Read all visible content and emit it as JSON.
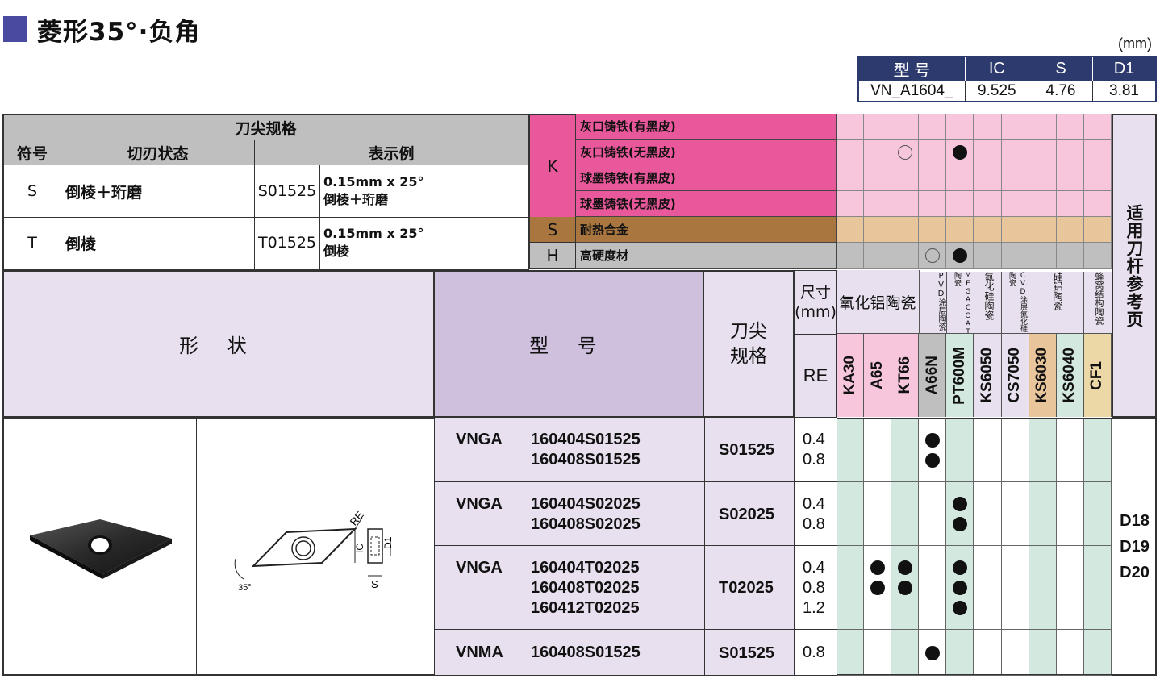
{
  "title": "菱形35°·负角",
  "unit": "(mm)",
  "dims": {
    "headers": [
      "型 号",
      "IC",
      "S",
      "D1"
    ],
    "values": [
      "VN_A1604_",
      "9.525",
      "4.76",
      "3.81"
    ]
  },
  "edge_spec": {
    "group_header": "刀尖规格",
    "col_symbol": "符号",
    "col_state": "切刃状态",
    "col_example": "表示例",
    "rows": [
      {
        "symbol": "S",
        "state": "倒棱＋珩磨",
        "code": "S01525",
        "ex1": "0.15mm x 25°",
        "ex2": "倒棱＋珩磨"
      },
      {
        "symbol": "T",
        "state": "倒棱",
        "code": "T01525",
        "ex1": "0.15mm x 25°",
        "ex2": "倒棱"
      }
    ]
  },
  "materials": {
    "k_label": "K",
    "rows": [
      {
        "code": "",
        "name": "灰口铸铁(有黑皮)"
      },
      {
        "code": "",
        "name": "灰口铸铁(无黑皮)"
      },
      {
        "code": "",
        "name": "球墨铸铁(有黑皮)"
      },
      {
        "code": "",
        "name": "球墨铸铁(无黑皮)"
      },
      {
        "code": "S",
        "name": "耐热合金"
      },
      {
        "code": "H",
        "name": "高硬度材"
      }
    ]
  },
  "headers": {
    "shape": "形 状",
    "model": "型 号",
    "edge": "刀尖\n规格",
    "size": "尺寸\n(mm)",
    "re": "RE",
    "alumina": "氧化铝陶瓷",
    "pvd": "PVD涂层陶瓷",
    "megacoat": "MEGACOAT陶瓷",
    "si3n4": "氮化硅陶瓷",
    "cvd": "CVD涂层氮化硅陶瓷",
    "sialon": "硅铝陶瓷",
    "whisker": "蜂窝结构陶瓷",
    "holder_ref": "适用刀杆参考页",
    "grades": [
      "KA30",
      "A65",
      "KT66",
      "A66N",
      "PT600M",
      "KS6050",
      "CS7050",
      "KS6030",
      "KS6040",
      "CF1"
    ]
  },
  "diagram_labels": {
    "re": "RE",
    "ic": "IC",
    "d1": "D1",
    "s": "S",
    "angle": "35°"
  },
  "rows": [
    {
      "series": "VNGA",
      "models": [
        "160404S01525",
        "160408S01525"
      ],
      "edge": "S01525",
      "re": [
        "0.4",
        "0.8"
      ]
    },
    {
      "series": "VNGA",
      "models": [
        "160404S02025",
        "160408S02025"
      ],
      "edge": "S02025",
      "re": [
        "0.4",
        "0.8"
      ]
    },
    {
      "series": "VNGA",
      "models": [
        "160404T02025",
        "160408T02025",
        "160412T02025"
      ],
      "edge": "T02025",
      "re": [
        "0.4",
        "0.8",
        "1.2"
      ]
    },
    {
      "series": "VNMA",
      "models": [
        "160408S01525"
      ],
      "edge": "S01525",
      "re": [
        "0.8"
      ]
    }
  ],
  "holder_pages": [
    "D18",
    "D19",
    "D20"
  ],
  "colors": {
    "navy": "#2d3a6e",
    "pink": "#e8589a",
    "light_pink": "#f7c6dd",
    "brown": "#a8763e",
    "tan": "#e9c59b",
    "gray": "#bfbfbf",
    "lavender": "#e8e0ee",
    "model_purple": "#cfc0de",
    "mint": "#d3e9df",
    "sialon_tan": "#e9c59b",
    "whisker_tan": "#ecd8a6"
  }
}
